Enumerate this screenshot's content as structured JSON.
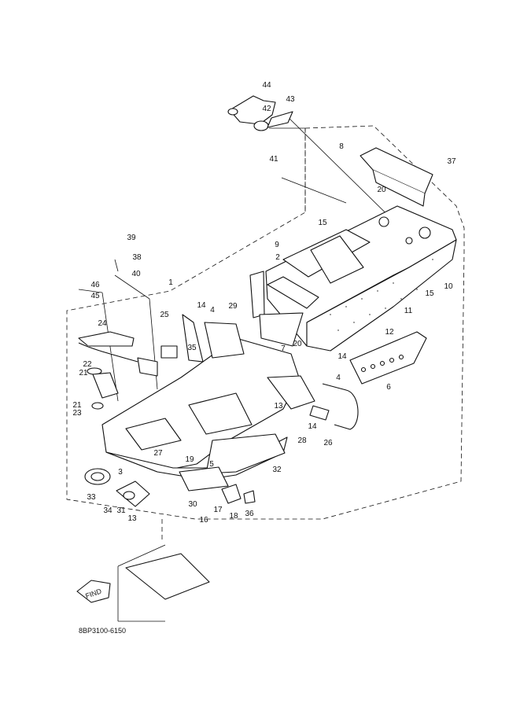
{
  "diagram": {
    "code": "8BP3100-6150",
    "find_label": "FIND",
    "callouts": [
      "44",
      "42",
      "43",
      "8",
      "37",
      "41",
      "20",
      "15",
      "39",
      "38",
      "40",
      "9",
      "2",
      "15",
      "10",
      "1",
      "46",
      "45",
      "11",
      "14",
      "29",
      "4",
      "12",
      "25",
      "24",
      "35",
      "7",
      "20",
      "14",
      "22",
      "21",
      "4",
      "6",
      "21",
      "23",
      "13",
      "14",
      "28",
      "26",
      "27",
      "19",
      "5",
      "3",
      "32",
      "33",
      "34",
      "31",
      "13",
      "30",
      "16",
      "17",
      "18",
      "36"
    ]
  }
}
